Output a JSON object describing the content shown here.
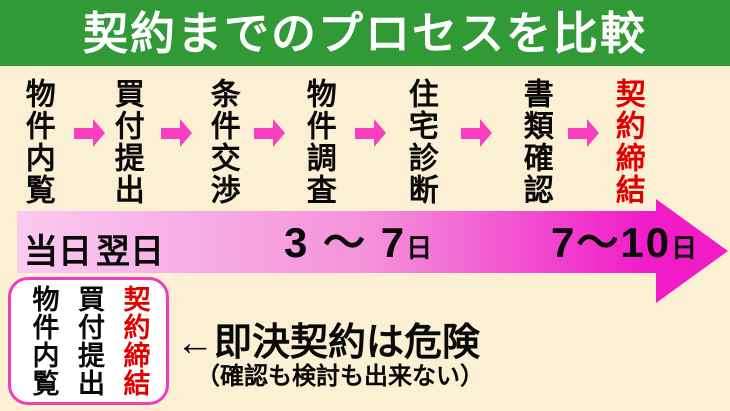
{
  "title": "契約までのプロセスを比較",
  "process": {
    "steps": [
      {
        "label": "物件内覧"
      },
      {
        "label": "買付提出"
      },
      {
        "label": "条件交渉"
      },
      {
        "label": "物件調査"
      },
      {
        "label": "住宅診断"
      },
      {
        "label": "書類確認"
      },
      {
        "label": "契約締結",
        "highlight": true
      }
    ]
  },
  "timeline": {
    "label_same_day": "当日",
    "label_next_day": "翌日",
    "label_mid_value": "3 〜 7",
    "label_mid_unit": "日",
    "label_right_value": "7〜10",
    "label_right_unit": "日"
  },
  "danger_box": {
    "columns": [
      "物件内覧",
      "買付提出",
      "契約締結"
    ]
  },
  "annotation": {
    "main": "←即決契約は危険",
    "sub": "（確認も検討も出来ない）"
  },
  "icons": {
    "step_arrow": "right-arrow",
    "timeline_arrow": "right-arrow",
    "annotation_arrow": "left-arrow"
  },
  "colors": {
    "banner_green": "#319a36",
    "background_cream": "#fbf0d3",
    "title_text": "#ffffff",
    "arrow_pink": "#f93fc0",
    "gradient_start": "#facaf0",
    "gradient_end": "#f018c8",
    "highlight_red": "#e00000",
    "box_border_pink": "#f23cbe",
    "body_text": "#0a0a0a"
  }
}
